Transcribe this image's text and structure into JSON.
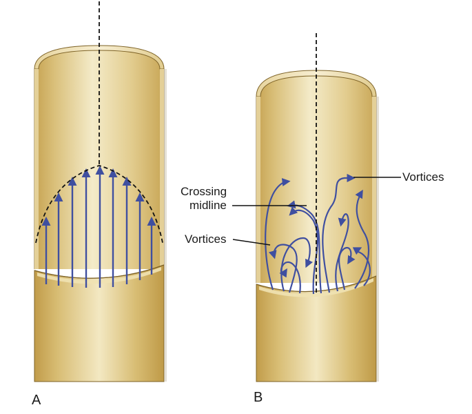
{
  "panels": {
    "a": {
      "letter": "A"
    },
    "b": {
      "letter": "B"
    }
  },
  "labels": {
    "crossing_line1": "Crossing",
    "crossing_line2": "midline",
    "vortices_left": "Vortices",
    "vortices_right": "Vortices"
  },
  "colors": {
    "tube_dark": "#c19c4a",
    "tube_light": "#f3e8c2",
    "arrow": "#3f4fa0",
    "dashed": "#111111"
  },
  "icons": {
    "flow_arrow": "arrowhead"
  }
}
